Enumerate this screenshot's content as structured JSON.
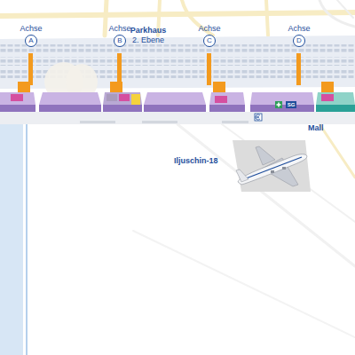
{
  "diagram": {
    "nodes": [
      {
        "text": [
          "Achse",
          "A"
        ]
      },
      {
        "text": [
          "Achse",
          "B"
        ]
      },
      {
        "text": [
          "Achse",
          "C"
        ]
      },
      {
        "text": [
          "Achse",
          "D"
        ]
      }
    ],
    "labels": [
      "Parkhaus",
      "2. Ebene",
      "Mall",
      "Iljuschin-18",
      "SG"
    ]
  }
}
